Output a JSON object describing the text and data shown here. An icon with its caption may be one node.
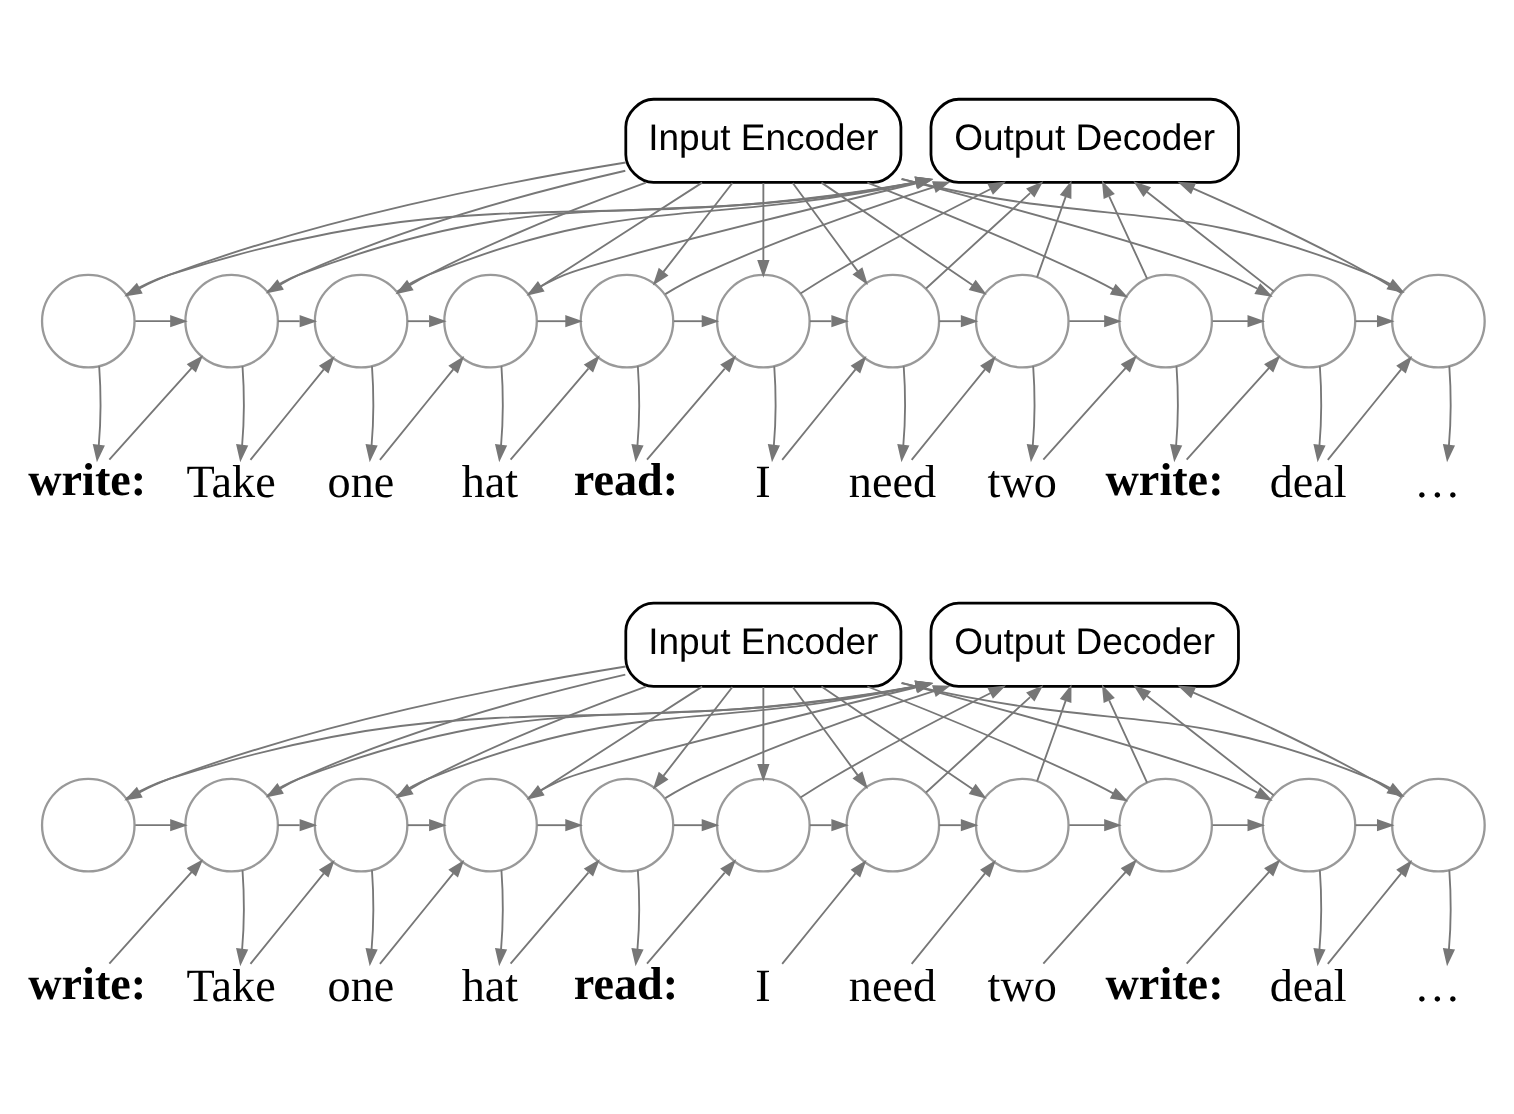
{
  "diagram": {
    "nodes": [
      {
        "text": [
          "Input Encoder"
        ]
      },
      {
        "text": [
          "Output Decoder"
        ]
      },
      {
        "text": [],
        "shape": "circle"
      },
      {
        "text": [],
        "shape": "circle"
      },
      {
        "text": [],
        "shape": "circle"
      },
      {
        "text": [],
        "shape": "circle"
      },
      {
        "text": [],
        "shape": "circle"
      },
      {
        "text": [],
        "shape": "circle"
      },
      {
        "text": [],
        "shape": "circle"
      },
      {
        "text": [],
        "shape": "circle"
      },
      {
        "text": [],
        "shape": "circle"
      },
      {
        "text": [],
        "shape": "circle"
      },
      {
        "text": [],
        "shape": "circle"
      },
      {
        "text": [
          "write:"
        ]
      },
      {
        "text": [
          "Take"
        ]
      },
      {
        "text": [
          "one"
        ]
      },
      {
        "text": [
          "hat"
        ]
      },
      {
        "text": [
          "read:"
        ]
      },
      {
        "text": [
          "I"
        ]
      },
      {
        "text": [
          "need"
        ]
      },
      {
        "text": [
          "two"
        ]
      },
      {
        "text": [
          "write:"
        ]
      },
      {
        "text": [
          "deal"
        ]
      },
      {
        "text": [
          "…"
        ]
      },
      {
        "text": [
          "Input Encoder"
        ]
      },
      {
        "text": [
          "Output Decoder"
        ]
      },
      {
        "text": [],
        "shape": "circle"
      },
      {
        "text": [],
        "shape": "circle"
      },
      {
        "text": [],
        "shape": "circle"
      },
      {
        "text": [],
        "shape": "circle"
      },
      {
        "text": [],
        "shape": "circle"
      },
      {
        "text": [],
        "shape": "circle"
      },
      {
        "text": [],
        "shape": "circle"
      },
      {
        "text": [],
        "shape": "circle"
      },
      {
        "text": [],
        "shape": "circle"
      },
      {
        "text": [],
        "shape": "circle"
      },
      {
        "text": [],
        "shape": "circle"
      },
      {
        "text": [
          "write:"
        ]
      },
      {
        "text": [
          "Take"
        ]
      },
      {
        "text": [
          "one"
        ]
      },
      {
        "text": [
          "hat"
        ]
      },
      {
        "text": [
          "read:"
        ]
      },
      {
        "text": [
          "I"
        ]
      },
      {
        "text": [
          "need"
        ]
      },
      {
        "text": [
          "two"
        ]
      },
      {
        "text": [
          "write:"
        ]
      },
      {
        "text": [
          "deal"
        ]
      },
      {
        "text": [
          "…"
        ]
      }
    ],
    "edges": [
      {
        "from": 0,
        "to": 2,
        "arrow": "to"
      },
      {
        "from": 0,
        "to": 3,
        "arrow": "to"
      },
      {
        "from": 0,
        "to": 4,
        "arrow": "to"
      },
      {
        "from": 0,
        "to": 5,
        "arrow": "to"
      },
      {
        "from": 0,
        "to": 6,
        "arrow": "to"
      },
      {
        "from": 0,
        "to": 7,
        "arrow": "to"
      },
      {
        "from": 0,
        "to": 8,
        "arrow": "to"
      },
      {
        "from": 0,
        "to": 9,
        "arrow": "to"
      },
      {
        "from": 0,
        "to": 10,
        "arrow": "to"
      },
      {
        "from": 0,
        "to": 11,
        "arrow": "to"
      },
      {
        "from": 0,
        "to": 12,
        "arrow": "to"
      },
      {
        "from": 2,
        "to": 1,
        "arrow": "to"
      },
      {
        "from": 3,
        "to": 1,
        "arrow": "to"
      },
      {
        "from": 4,
        "to": 1,
        "arrow": "to"
      },
      {
        "from": 5,
        "to": 1,
        "arrow": "to"
      },
      {
        "from": 6,
        "to": 1,
        "arrow": "to"
      },
      {
        "from": 7,
        "to": 1,
        "arrow": "to"
      },
      {
        "from": 8,
        "to": 1,
        "arrow": "to"
      },
      {
        "from": 9,
        "to": 1,
        "arrow": "to"
      },
      {
        "from": 10,
        "to": 1,
        "arrow": "to"
      },
      {
        "from": 11,
        "to": 1,
        "arrow": "to"
      },
      {
        "from": 12,
        "to": 1,
        "arrow": "to"
      },
      {
        "from": 2,
        "to": 3,
        "arrow": "to"
      },
      {
        "from": 3,
        "to": 4,
        "arrow": "to"
      },
      {
        "from": 4,
        "to": 5,
        "arrow": "to"
      },
      {
        "from": 5,
        "to": 6,
        "arrow": "to"
      },
      {
        "from": 6,
        "to": 7,
        "arrow": "to"
      },
      {
        "from": 7,
        "to": 8,
        "arrow": "to"
      },
      {
        "from": 8,
        "to": 9,
        "arrow": "to"
      },
      {
        "from": 9,
        "to": 10,
        "arrow": "to"
      },
      {
        "from": 10,
        "to": 11,
        "arrow": "to"
      },
      {
        "from": 11,
        "to": 12,
        "arrow": "to"
      },
      {
        "from": 2,
        "to": 13,
        "arrow": "to"
      },
      {
        "from": 3,
        "to": 14,
        "arrow": "to"
      },
      {
        "from": 4,
        "to": 15,
        "arrow": "to"
      },
      {
        "from": 5,
        "to": 16,
        "arrow": "to"
      },
      {
        "from": 6,
        "to": 17,
        "arrow": "to"
      },
      {
        "from": 7,
        "to": 18,
        "arrow": "to"
      },
      {
        "from": 8,
        "to": 19,
        "arrow": "to"
      },
      {
        "from": 9,
        "to": 20,
        "arrow": "to"
      },
      {
        "from": 10,
        "to": 21,
        "arrow": "to"
      },
      {
        "from": 11,
        "to": 22,
        "arrow": "to"
      },
      {
        "from": 12,
        "to": 23,
        "arrow": "to"
      },
      {
        "from": 13,
        "to": 3,
        "arrow": "to"
      },
      {
        "from": 14,
        "to": 4,
        "arrow": "to"
      },
      {
        "from": 15,
        "to": 5,
        "arrow": "to"
      },
      {
        "from": 16,
        "to": 6,
        "arrow": "to"
      },
      {
        "from": 17,
        "to": 7,
        "arrow": "to"
      },
      {
        "from": 18,
        "to": 8,
        "arrow": "to"
      },
      {
        "from": 19,
        "to": 9,
        "arrow": "to"
      },
      {
        "from": 20,
        "to": 10,
        "arrow": "to"
      },
      {
        "from": 21,
        "to": 11,
        "arrow": "to"
      },
      {
        "from": 22,
        "to": 12,
        "arrow": "to"
      },
      {
        "from": 24,
        "to": 26,
        "arrow": "to"
      },
      {
        "from": 24,
        "to": 27,
        "arrow": "to"
      },
      {
        "from": 24,
        "to": 28,
        "arrow": "to"
      },
      {
        "from": 24,
        "to": 29,
        "arrow": "to"
      },
      {
        "from": 24,
        "to": 30,
        "arrow": "to"
      },
      {
        "from": 24,
        "to": 31,
        "arrow": "to"
      },
      {
        "from": 24,
        "to": 32,
        "arrow": "to"
      },
      {
        "from": 24,
        "to": 33,
        "arrow": "to"
      },
      {
        "from": 24,
        "to": 34,
        "arrow": "to"
      },
      {
        "from": 24,
        "to": 35,
        "arrow": "to"
      },
      {
        "from": 24,
        "to": 36,
        "arrow": "to"
      },
      {
        "from": 26,
        "to": 25,
        "arrow": "to"
      },
      {
        "from": 27,
        "to": 25,
        "arrow": "to"
      },
      {
        "from": 28,
        "to": 25,
        "arrow": "to"
      },
      {
        "from": 29,
        "to": 25,
        "arrow": "to"
      },
      {
        "from": 30,
        "to": 25,
        "arrow": "to"
      },
      {
        "from": 31,
        "to": 25,
        "arrow": "to"
      },
      {
        "from": 32,
        "to": 25,
        "arrow": "to"
      },
      {
        "from": 33,
        "to": 25,
        "arrow": "to"
      },
      {
        "from": 34,
        "to": 25,
        "arrow": "to"
      },
      {
        "from": 35,
        "to": 25,
        "arrow": "to"
      },
      {
        "from": 36,
        "to": 25,
        "arrow": "to"
      },
      {
        "from": 26,
        "to": 27,
        "arrow": "to"
      },
      {
        "from": 27,
        "to": 28,
        "arrow": "to"
      },
      {
        "from": 28,
        "to": 29,
        "arrow": "to"
      },
      {
        "from": 29,
        "to": 30,
        "arrow": "to"
      },
      {
        "from": 30,
        "to": 31,
        "arrow": "to"
      },
      {
        "from": 31,
        "to": 32,
        "arrow": "to"
      },
      {
        "from": 32,
        "to": 33,
        "arrow": "to"
      },
      {
        "from": 33,
        "to": 34,
        "arrow": "to"
      },
      {
        "from": 34,
        "to": 35,
        "arrow": "to"
      },
      {
        "from": 35,
        "to": 36,
        "arrow": "to"
      },
      {
        "from": 27,
        "to": 38,
        "arrow": "to"
      },
      {
        "from": 28,
        "to": 39,
        "arrow": "to"
      },
      {
        "from": 29,
        "to": 40,
        "arrow": "to"
      },
      {
        "from": 30,
        "to": 41,
        "arrow": "to"
      },
      {
        "from": 35,
        "to": 46,
        "arrow": "to"
      },
      {
        "from": 36,
        "to": 47,
        "arrow": "to"
      },
      {
        "from": 37,
        "to": 27,
        "arrow": "to"
      },
      {
        "from": 38,
        "to": 28,
        "arrow": "to"
      },
      {
        "from": 39,
        "to": 29,
        "arrow": "to"
      },
      {
        "from": 40,
        "to": 30,
        "arrow": "to"
      },
      {
        "from": 41,
        "to": 31,
        "arrow": "to"
      },
      {
        "from": 42,
        "to": 32,
        "arrow": "to"
      },
      {
        "from": 43,
        "to": 33,
        "arrow": "to"
      },
      {
        "from": 44,
        "to": 34,
        "arrow": "to"
      },
      {
        "from": 45,
        "to": 35,
        "arrow": "to"
      },
      {
        "from": 46,
        "to": 36,
        "arrow": "to"
      }
    ]
  }
}
